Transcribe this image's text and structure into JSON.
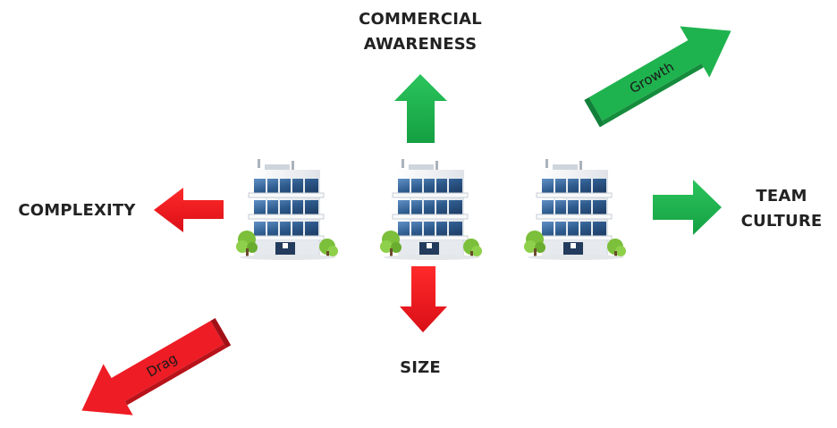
{
  "labels": {
    "commercial_line1": "COMMERCIAL",
    "commercial_line2": "AWARENESS",
    "complexity": "COMPLEXITY",
    "team_line1": "TEAM",
    "team_line2": "CULTURE",
    "size": "SIZE"
  },
  "arrows": {
    "growth": "Growth",
    "drag": "Drag"
  },
  "colors": {
    "positive": "#1fb34f",
    "negative": "#ee1c25",
    "building_glass": "#2d5a8c",
    "building_wall": "#f2f4f6",
    "tree": "#7bbf3a"
  },
  "icons": [
    "office-building-icon",
    "office-building-icon",
    "office-building-icon"
  ]
}
